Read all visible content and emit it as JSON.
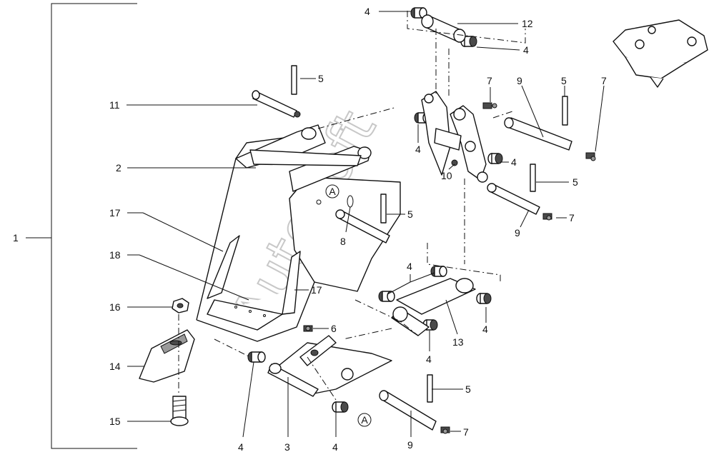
{
  "watermark": "AutoSoft",
  "assembly_ref": "1",
  "detail_ref": "A",
  "callouts": [
    "1",
    "2",
    "3",
    "4",
    "5",
    "6",
    "7",
    "8",
    "9",
    "10",
    "11",
    "12",
    "13",
    "14",
    "15",
    "16",
    "17",
    "18"
  ]
}
